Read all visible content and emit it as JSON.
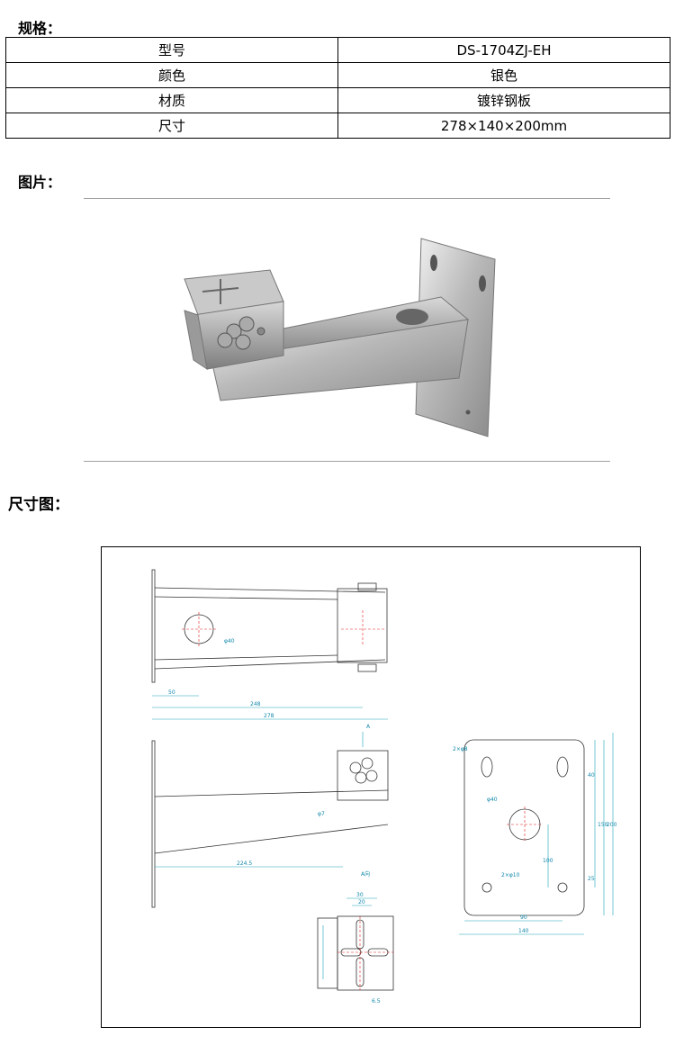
{
  "spec_heading": "规格：",
  "spec_rows": [
    {
      "label": "型号",
      "value": "DS-1704ZJ-EH"
    },
    {
      "label": "颜色",
      "value": "银色"
    },
    {
      "label": "材质",
      "value": "镀锌钢板"
    },
    {
      "label": "尺寸",
      "value": "278×140×200mm"
    }
  ],
  "photo_heading": "图片：",
  "dimension_heading": "尺寸图：",
  "drawing": {
    "side_dim_hole": "φ40",
    "side_dim_50": "50",
    "side_dim_248": "248",
    "side_dim_278": "278",
    "front_dim_7": "φ7",
    "front_dim_224": "224.5",
    "front_label_a": "A",
    "front_label_view": "A向",
    "plate_dim_slot": "2×φ8",
    "plate_dim_hole": "φ40",
    "plate_dim_bolt": "2×φ10",
    "plate_dim_90": "90",
    "plate_dim_140": "140",
    "plate_dim_100": "100",
    "plate_dim_150": "150",
    "plate_dim_200": "200",
    "plate_dim_40": "40",
    "plate_dim_25": "25",
    "top_dim_30": "30",
    "top_dim_20": "20",
    "top_dim_65": "6.5"
  },
  "colors": {
    "dimension": "#1aa3b8",
    "centerline": "#e02020",
    "outline": "#333333"
  }
}
